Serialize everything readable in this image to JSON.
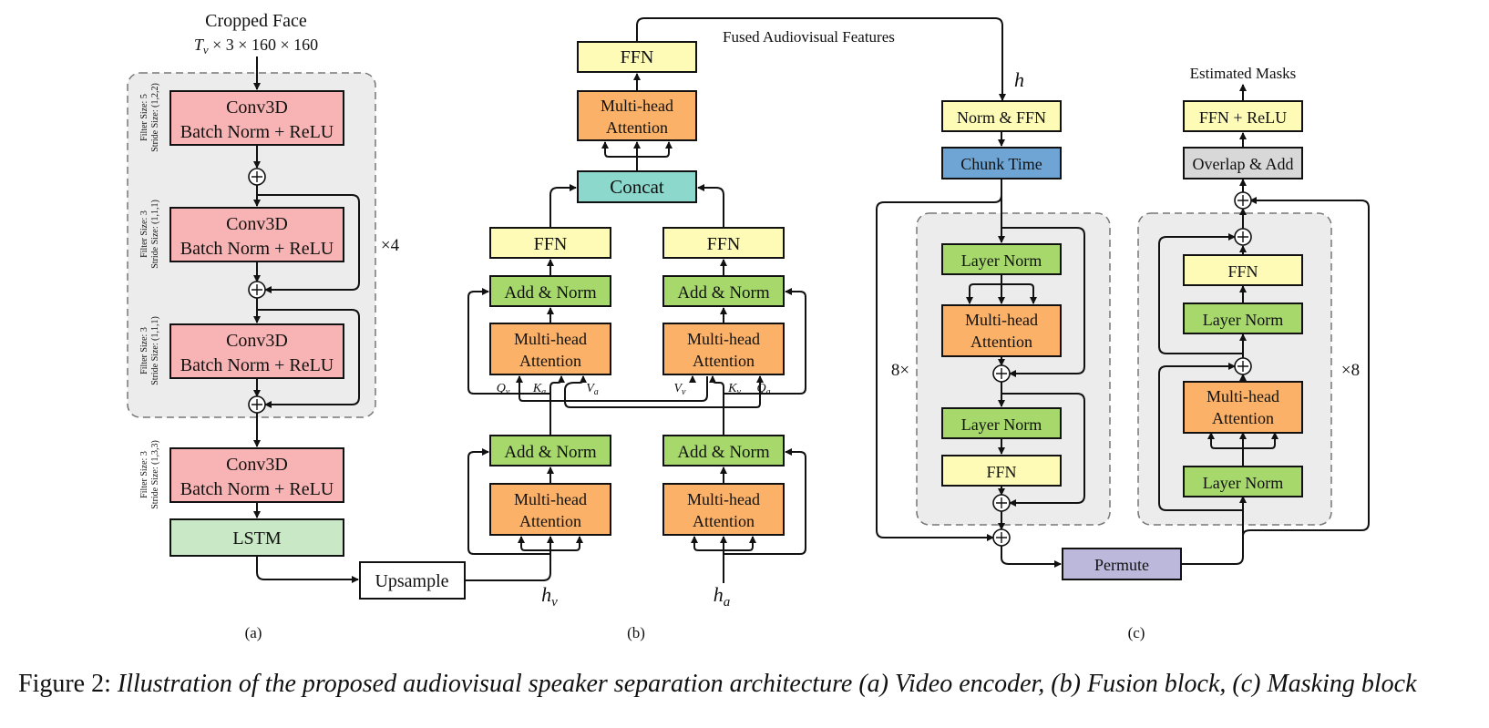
{
  "colors": {
    "conv_red": "#f8b4b4",
    "lstm_green": "#c9e9c6",
    "ffn_yellow": "#fdfbb6",
    "attn_orange": "#fbb167",
    "addnorm_green": "#a6d86b",
    "concat_teal": "#8cd8cc",
    "chunk_blue": "#6ea5d4",
    "overlap_gray": "#d8d8d8",
    "permute_purple": "#bcb8dc",
    "group_bg": "#ececec"
  },
  "panel_a": {
    "input_title": "Cropped Face",
    "input_shape": "T_v × 3 × 160 × 160",
    "conv_blocks": [
      {
        "line1": "Conv3D",
        "line2": "Batch Norm + ReLU",
        "filter": "Filter Size: 5",
        "stride": "Stride Size: (1,2,2)"
      },
      {
        "line1": "Conv3D",
        "line2": "Batch Norm + ReLU",
        "filter": "Filter Size: 3",
        "stride": "Stride Size: (1,1,1)"
      },
      {
        "line1": "Conv3D",
        "line2": "Batch Norm + ReLU",
        "filter": "Filter Size: 3",
        "stride": "Stride Size: (1,1,1)"
      },
      {
        "line1": "Conv3D",
        "line2": "Batch Norm + ReLU",
        "filter": "Filter Size: 3",
        "stride": "Stride Size: (1,3,3)"
      }
    ],
    "repeat": "×4",
    "lstm": "LSTM",
    "upsample": "Upsample",
    "label": "(a)"
  },
  "panel_b": {
    "top_ffn": "FFN",
    "fused_label": "Fused Audiovisual Features",
    "top_attention": [
      "Multi-head",
      "Attention"
    ],
    "concat": "Concat",
    "ffn": "FFN",
    "add_norm": "Add & Norm",
    "attention": [
      "Multi-head",
      "Attention"
    ],
    "left_qkv": [
      "Q_v",
      "K_a",
      "V_a"
    ],
    "right_qkv": [
      "V_v",
      "K_v",
      "Q_a"
    ],
    "h_v": "h_v",
    "h_a": "h_a",
    "label": "(b)"
  },
  "panel_c": {
    "h": "h",
    "norm_ffn": "Norm & FFN",
    "chunk_time": "Chunk Time",
    "layer_norm": "Layer Norm",
    "attention": [
      "Multi-head",
      "Attention"
    ],
    "ffn": "FFN",
    "left_repeat": "8×",
    "right_repeat": "×8",
    "permute": "Permute",
    "overlap_add": "Overlap & Add",
    "ffn_relu": "FFN + ReLU",
    "estimated_masks": "Estimated Masks",
    "label": "(c)"
  },
  "caption": {
    "lead": "Figure 2:",
    "text": "Illustration of the proposed audiovisual speaker separation architecture (a) Video encoder, (b) Fusion block, (c) Masking block"
  }
}
